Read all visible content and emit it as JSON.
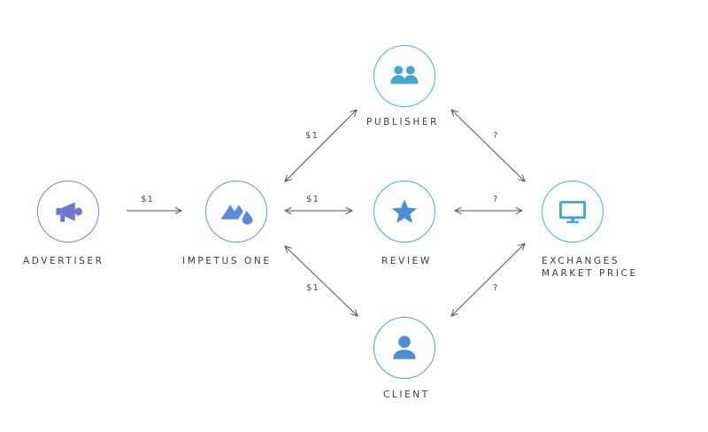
{
  "nodes": {
    "advertiser": {
      "label": "ADVERTISER",
      "icon": "megaphone-icon"
    },
    "impetus": {
      "label": "IMPETUS ONE",
      "icon": "impetus-logo-icon"
    },
    "publisher": {
      "label": "PUBLISHER",
      "icon": "users-icon"
    },
    "review": {
      "label": "REVIEW",
      "icon": "star-icon"
    },
    "client": {
      "label": "CLIENT",
      "icon": "user-icon"
    },
    "exchanges": {
      "label_line1": "EXCHANGES",
      "label_line2": "MARKET PRICE",
      "icon": "monitor-icon"
    }
  },
  "edges": {
    "advertiser_impetus": "$1",
    "impetus_publisher": "$1",
    "impetus_review": "$1",
    "impetus_client": "$1",
    "publisher_exchanges": "?",
    "review_exchanges": "?",
    "client_exchanges": "?"
  },
  "colors": {
    "ring_purple": "#7b82d6",
    "ring_blue": "#4fa3df",
    "ring_teal": "#46b3d6",
    "icon_purple": "#6f77d1",
    "icon_blue": "#4a8fd8",
    "icon_teal": "#3fa9d4",
    "arrow": "#555555"
  }
}
